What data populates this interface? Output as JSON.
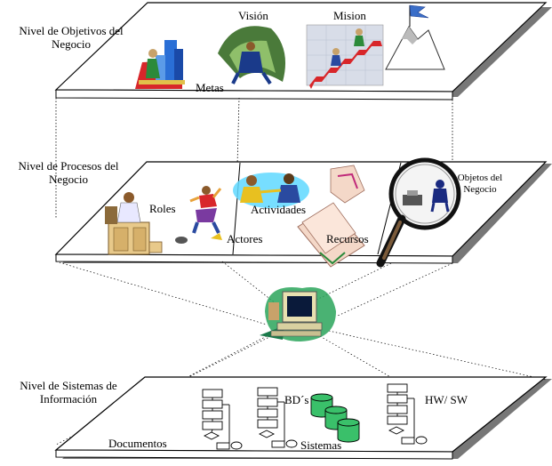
{
  "levels": [
    {
      "title": "Nivel de Objetivos del Negocio",
      "items": {
        "vision": "Visión",
        "mision": "Mision",
        "metas": "Metas"
      }
    },
    {
      "title": "Nivel de Procesos del Negocio",
      "items": {
        "roles": "Roles",
        "actividades": "Actividades",
        "actores": "Actores",
        "recursos": "Recursos",
        "objetos": "Objetos del Negocio"
      }
    },
    {
      "title": "Nivel de Sistemas de Información",
      "items": {
        "bds": "BD´s",
        "hwsw": "HW/ SW",
        "documentos": "Documentos",
        "sistemas": "Sistemas"
      }
    }
  ]
}
